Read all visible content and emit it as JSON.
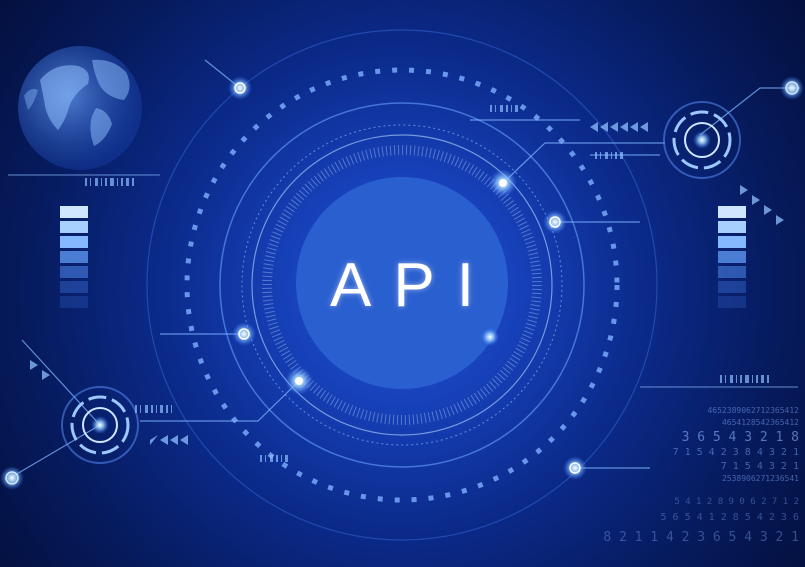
{
  "center": {
    "label": "API"
  },
  "digit_rows": [
    "4652389062712365412",
    "4654128542365412",
    "3 6 5 4 3 2 1 8",
    "7 1 5 4 2 3 8 4 3 2 1",
    "7 1 5 4 3 2 1",
    "2538906271236541",
    "5 4 1 2 8 9 0 6 2 7 1 2",
    "5 6 5 4 1 2 8 5 4 2 3 6",
    "8 2 1 1 4 2 3 6 5 4 3 2 1"
  ],
  "colors": {
    "glow": "#9fd4ff",
    "core": "#2a5fd0",
    "bg": "#020a2e"
  }
}
